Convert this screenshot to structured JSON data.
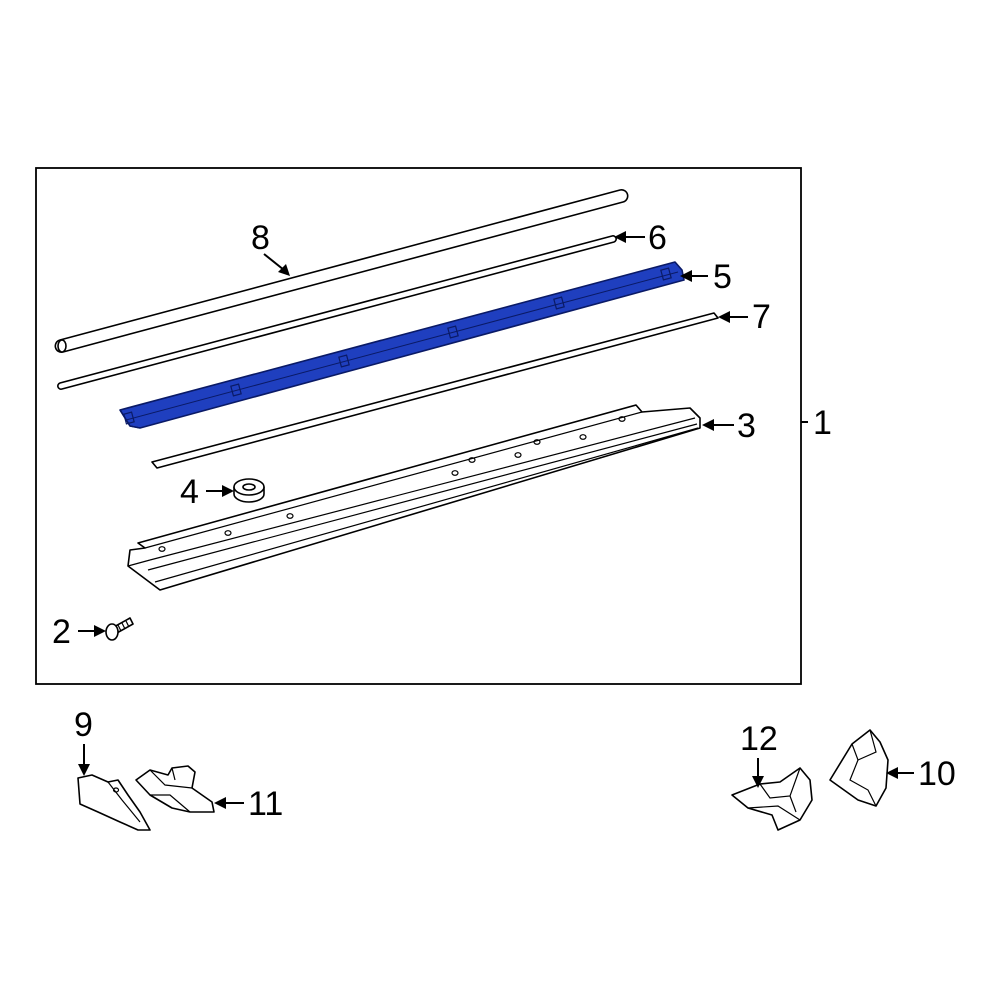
{
  "callouts": {
    "c1": "1",
    "c2": "2",
    "c3": "3",
    "c4": "4",
    "c5": "5",
    "c6": "6",
    "c7": "7",
    "c8": "8",
    "c9": "9",
    "c10": "10",
    "c11": "11",
    "c12": "12"
  },
  "highlight": {
    "part": "5",
    "color": "#1f3fbf"
  }
}
